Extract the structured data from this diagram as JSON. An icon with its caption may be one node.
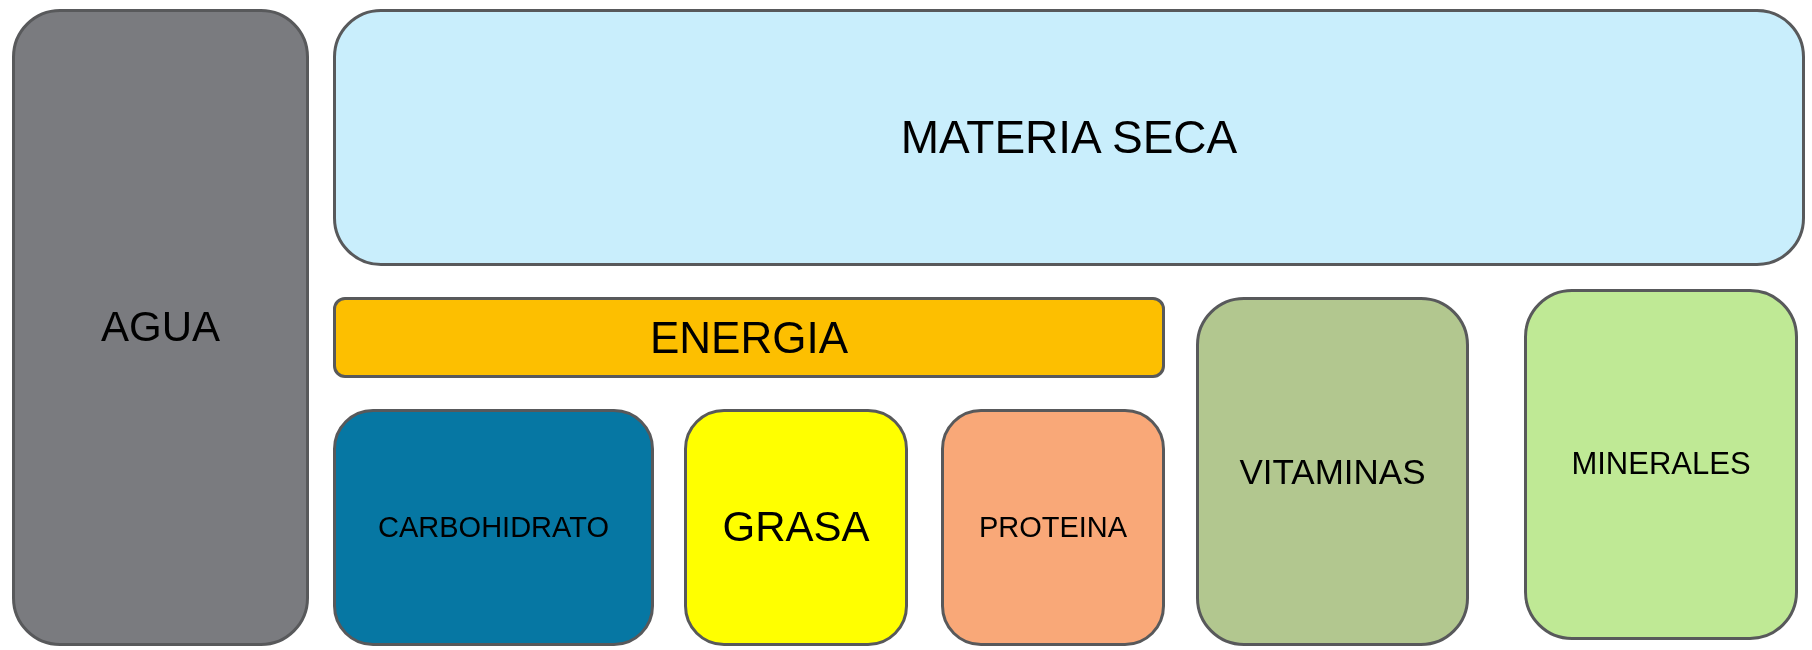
{
  "diagram": {
    "nodes": [
      {
        "text": [
          "AGUA"
        ]
      },
      {
        "text": [
          "MATERIA SECA"
        ]
      },
      {
        "text": [
          "ENERGIA"
        ]
      },
      {
        "text": [
          "CARBOHIDRATO"
        ]
      },
      {
        "text": [
          "GRASA"
        ]
      },
      {
        "text": [
          "PROTEINA"
        ]
      },
      {
        "text": [
          "VITAMINAS"
        ]
      },
      {
        "text": [
          "MINERALES"
        ]
      }
    ]
  }
}
